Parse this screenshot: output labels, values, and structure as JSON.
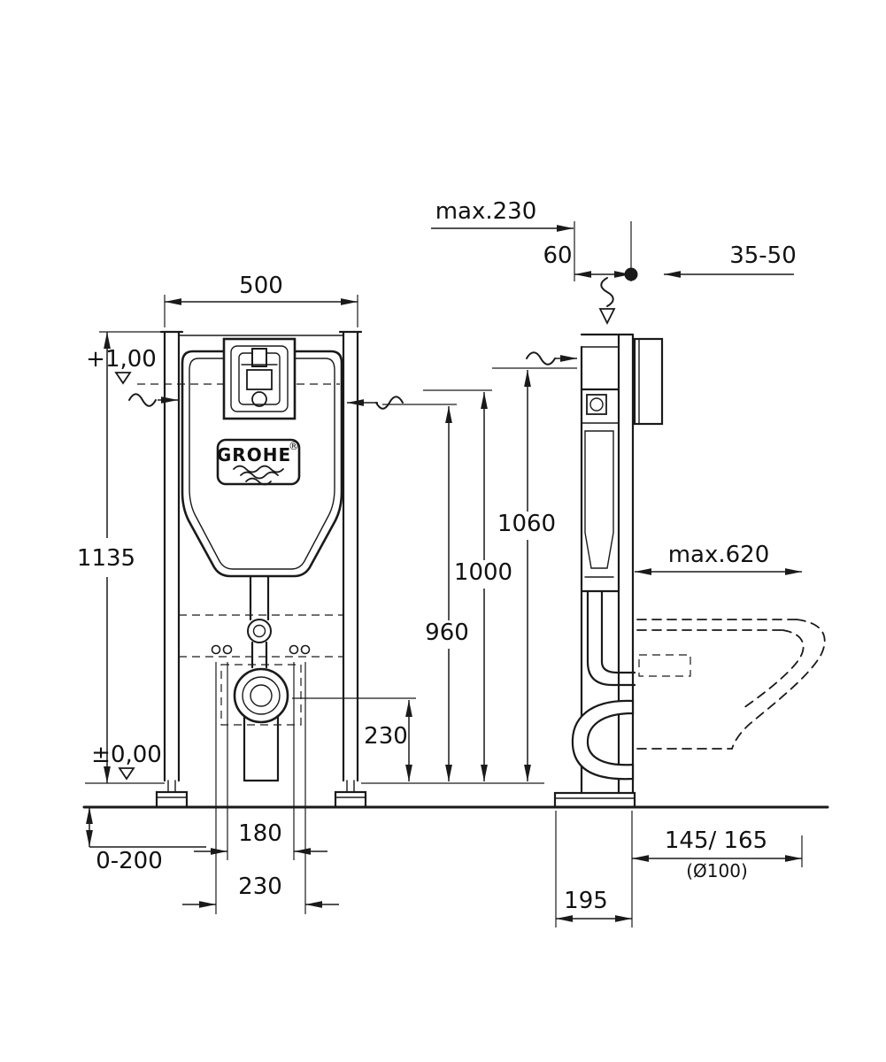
{
  "drawing": {
    "logo": {
      "brand": "GROHE",
      "registered": "®"
    },
    "front": {
      "width": "500",
      "height": "1135",
      "level_top": "+1,00",
      "level_zero": "±0,00",
      "foot_adjust": "0-200",
      "bolt_spacing": "180",
      "base_width": "230",
      "outlet_height": "230",
      "dim_960": "960",
      "dim_1000": "1000",
      "dim_1060": "1060"
    },
    "side": {
      "top_clearance": "max.230",
      "offset_60": "60",
      "wall_thickness": "35-50",
      "bowl_depth": "max.620",
      "drain_offset": "145/ 165",
      "drain_diameter": "(Ø100)",
      "foot_depth": "195"
    }
  }
}
